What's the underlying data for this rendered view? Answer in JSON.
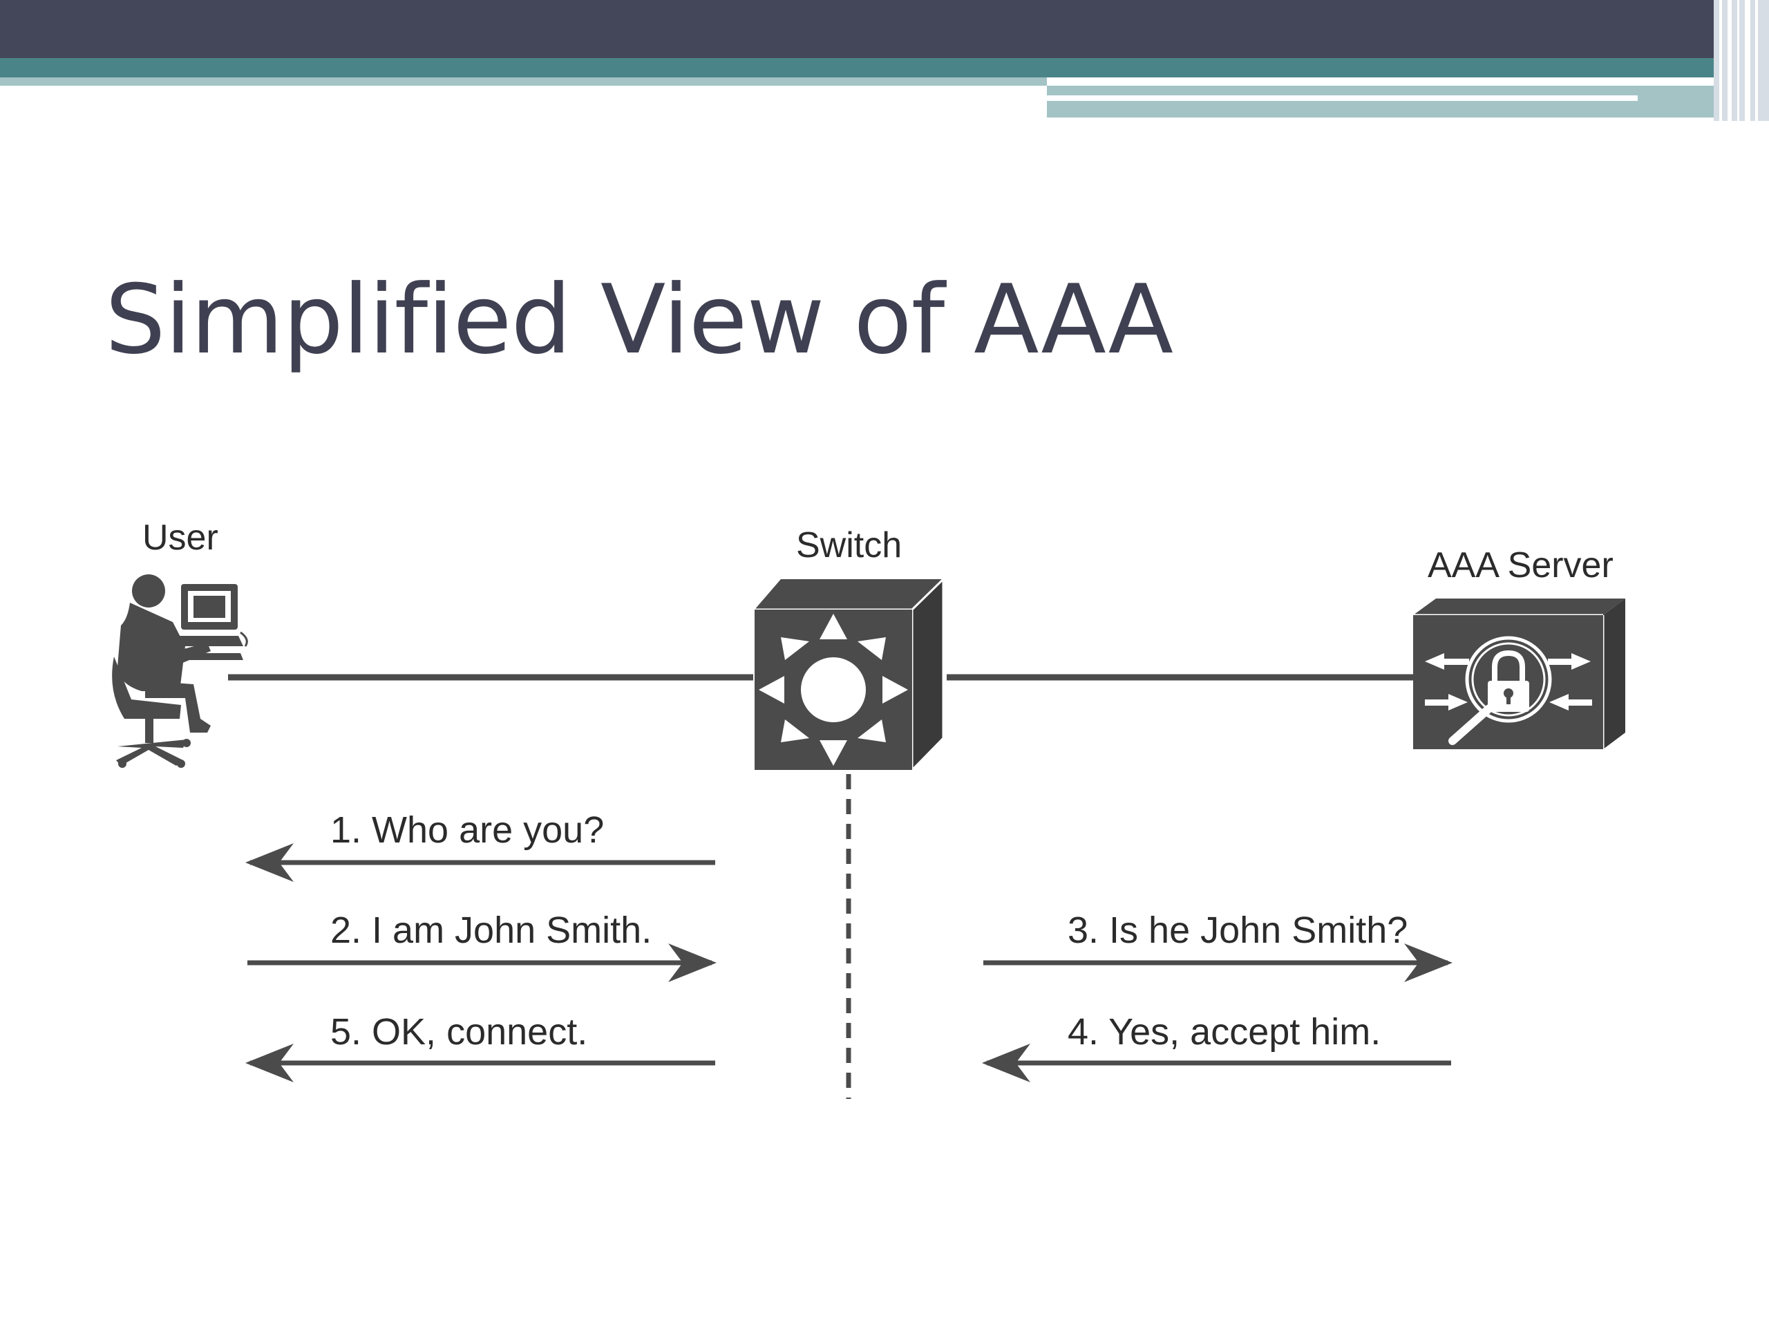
{
  "slide": {
    "title": "Simplified View of AAA"
  },
  "colors": {
    "header_dark": "#444659",
    "header_teal": "#4a8489",
    "header_light_teal": "#a3c3c5",
    "title_text": "#3f4152",
    "diagram_gray": "#4b4b4b"
  },
  "diagram": {
    "nodes": {
      "user": {
        "label": "User",
        "icon": "user-at-computer-icon"
      },
      "switch": {
        "label": "Switch",
        "icon": "multilayer-switch-icon"
      },
      "server": {
        "label": "AAA Server",
        "icon": "aaa-server-lock-icon"
      }
    },
    "messages": [
      {
        "step": 1,
        "text": "1. Who are you?",
        "from": "Switch",
        "to": "User"
      },
      {
        "step": 2,
        "text": "2. I am John Smith.",
        "from": "User",
        "to": "Switch"
      },
      {
        "step": 3,
        "text": "3. Is he John Smith?",
        "from": "Switch",
        "to": "AAA Server"
      },
      {
        "step": 4,
        "text": "4. Yes, accept him.",
        "from": "AAA Server",
        "to": "Switch"
      },
      {
        "step": 5,
        "text": "5. OK, connect.",
        "from": "Switch",
        "to": "User"
      }
    ]
  }
}
